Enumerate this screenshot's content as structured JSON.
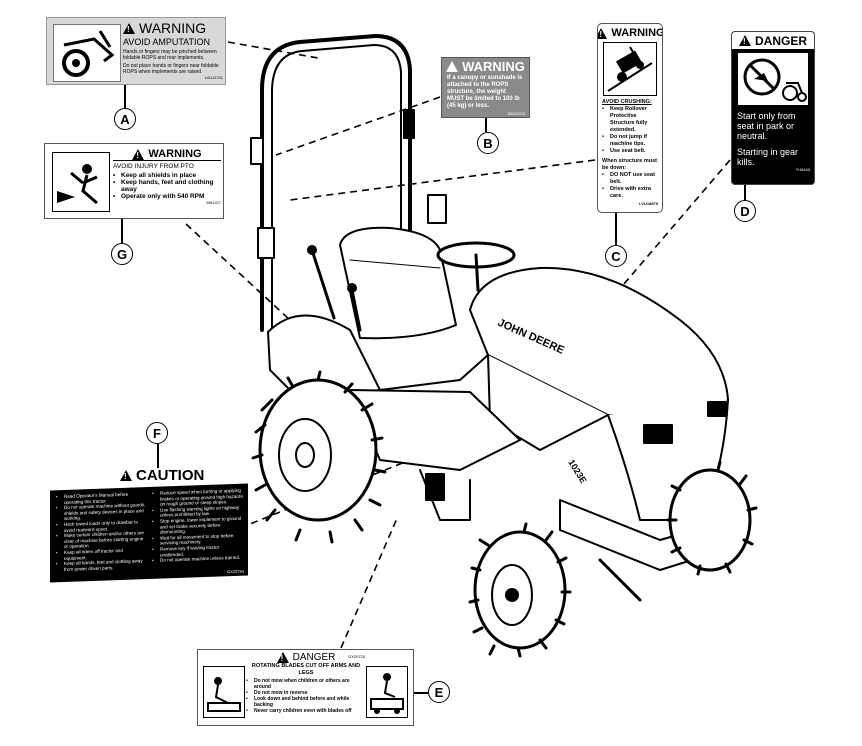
{
  "labels": {
    "A": {
      "letter": "A",
      "header": "WARNING",
      "title": "AVOID AMPUTATION",
      "lines": [
        "Hands or fingers may be pinched between foldable ROPS and rear implements.",
        "Do not place hands or fingers near foldable ROPS when implements are raised."
      ],
      "code": "LVU11751"
    },
    "B": {
      "letter": "B",
      "header": "WARNING",
      "text": "If a canopy or sunshade is attached to the ROPS structure, the weight MUST be limited to 100 lb (45 kg) or less.",
      "code": "BM15700"
    },
    "C": {
      "letter": "C",
      "header": "WARNING",
      "title": "AVOID CRUSHING:",
      "bullets": [
        "Keep Rollover Protective Structure fully extended.",
        "Do not jump if machine tips.",
        "Use seat belt."
      ],
      "mid": "When structure must be down:",
      "bullets2": [
        "DO NOT use seat belt.",
        "Drive with extra care."
      ],
      "code": "LVU18879"
    },
    "D": {
      "letter": "D",
      "header": "DANGER",
      "text1": "Start only from seat in park or neutral.",
      "text2": "Starting in gear kills.",
      "code": "TH8163"
    },
    "E": {
      "letter": "E",
      "header": "DANGER",
      "title": "ROTATING BLADES CUT OFF ARMS AND LEGS",
      "bullets": [
        "Do not mow when children or others are around",
        "Do not mow in reverse",
        "Look down and behind before and while backing",
        "Never carry children even with blades off"
      ],
      "code": "GX20725"
    },
    "F": {
      "letter": "F",
      "header": "CAUTION",
      "col1": [
        "Read Operator's Manual before operating this tractor.",
        "Do not operate machine without guards, shields and safety devices in place and working.",
        "Hitch towed loads only to drawbar to avoid rearward upset.",
        "Make certain children and/or others are clear of machine before starting engine or operation.",
        "Keep all riders off tractor and equipment.",
        "Keep all hands, feet and clothing away from power driven parts."
      ],
      "col2": [
        "Reduce speed when turning or applying brakes or operating around high hazards on rough ground or steep slopes.",
        "Use flashing warning lights on highway unless prohibited by law.",
        "Stop engine, lower implement to ground and set brake securely before dismounting.",
        "Wait for all movement to stop before servicing machinery.",
        "Remove key if leaving tractor unattended.",
        "Do not operate machine unless trained."
      ],
      "code": "GX20744"
    },
    "G": {
      "letter": "G",
      "header": "WARNING",
      "title": "AVOID INJURY FROM PTO",
      "bullets": [
        "Keep all shields in place",
        "Keep hands, feet and clothing away",
        "Operate only with 540 RPM"
      ],
      "code": "M81227"
    }
  },
  "tractor": {
    "brand": "JOHN DEERE",
    "model": "1023E"
  }
}
